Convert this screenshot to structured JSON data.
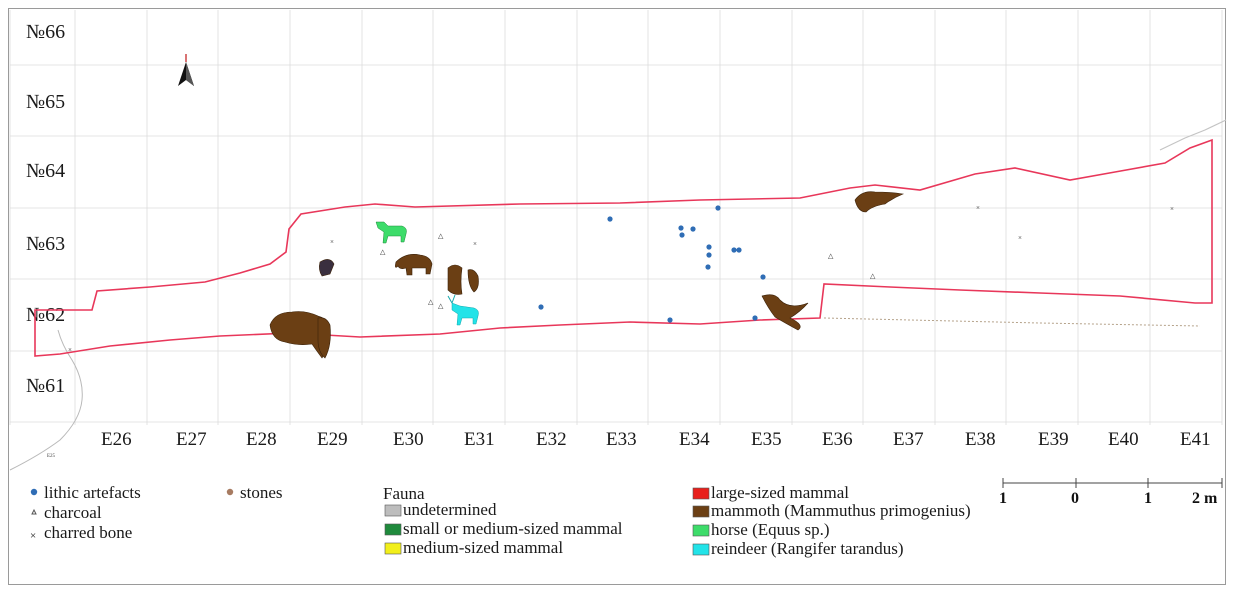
{
  "map": {
    "rows": [
      "№66",
      "№65",
      "№64",
      "№63",
      "№62",
      "№61"
    ],
    "columns": [
      "E26",
      "E27",
      "E28",
      "E29",
      "E30",
      "E31",
      "E32",
      "E33",
      "E34",
      "E35",
      "E36",
      "E37",
      "E38",
      "E39",
      "E40",
      "E41"
    ],
    "edge_label": "E25"
  },
  "legend": {
    "symbols": [
      {
        "label": "lithic artefacts",
        "marker": "blue-dot",
        "color": "#2f6db5"
      },
      {
        "label": "charcoal",
        "marker": "triangle",
        "color": "#555555"
      },
      {
        "label": "charred bone",
        "marker": "cross",
        "color": "#111111"
      },
      {
        "label": "stones",
        "marker": "brown-dot",
        "color": "#a77b61"
      }
    ],
    "fauna_title": "Fauna",
    "fauna": [
      {
        "label": "undetermined",
        "color": "#bdbdbd"
      },
      {
        "label": "small or medium-sized mammal",
        "color": "#1f8a3c"
      },
      {
        "label": "medium-sized mammal",
        "color": "#f2ef1a"
      },
      {
        "label": "large-sized mammal",
        "color": "#e8201c"
      },
      {
        "label": "mammoth (Mammuthus primogenius)",
        "color": "#6b3f14"
      },
      {
        "label": "horse (Equus sp.)",
        "color": "#3ddc6a"
      },
      {
        "label": "reindeer (Rangifer tarandus)",
        "color": "#22e3e8"
      }
    ]
  },
  "scale_bar": {
    "labels": [
      "1",
      "0",
      "1",
      "2 m"
    ]
  },
  "colors": {
    "trench_outline": "#e8375a",
    "grid": "#d8d8d8",
    "mammoth": "#6b3f14",
    "horse": "#3ddc6a",
    "reindeer": "#22e3e8",
    "lithic": "#2f6db5"
  },
  "icons": {
    "north_arrow": "north-arrow-icon"
  }
}
